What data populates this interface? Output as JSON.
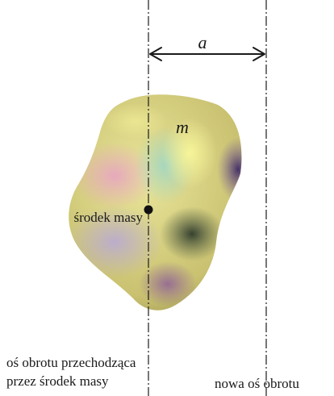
{
  "labels": {
    "distance": "a",
    "mass": "m",
    "center_of_mass": "środek masy",
    "axis_through_center_line1": "oś obrotu przechodząca",
    "axis_through_center_line2": "przez środek masy",
    "new_axis": "nowa oś obrotu"
  },
  "colors": {
    "body_base": "#c9c170",
    "body_highlight_yellow": "#f0ec8a",
    "body_pink": "#e7a7bf",
    "body_violet": "#7f5fa6",
    "body_teal": "#9fd6c4",
    "body_shadow": "#2e3a2c",
    "axis_line": "#1a1a1a"
  }
}
